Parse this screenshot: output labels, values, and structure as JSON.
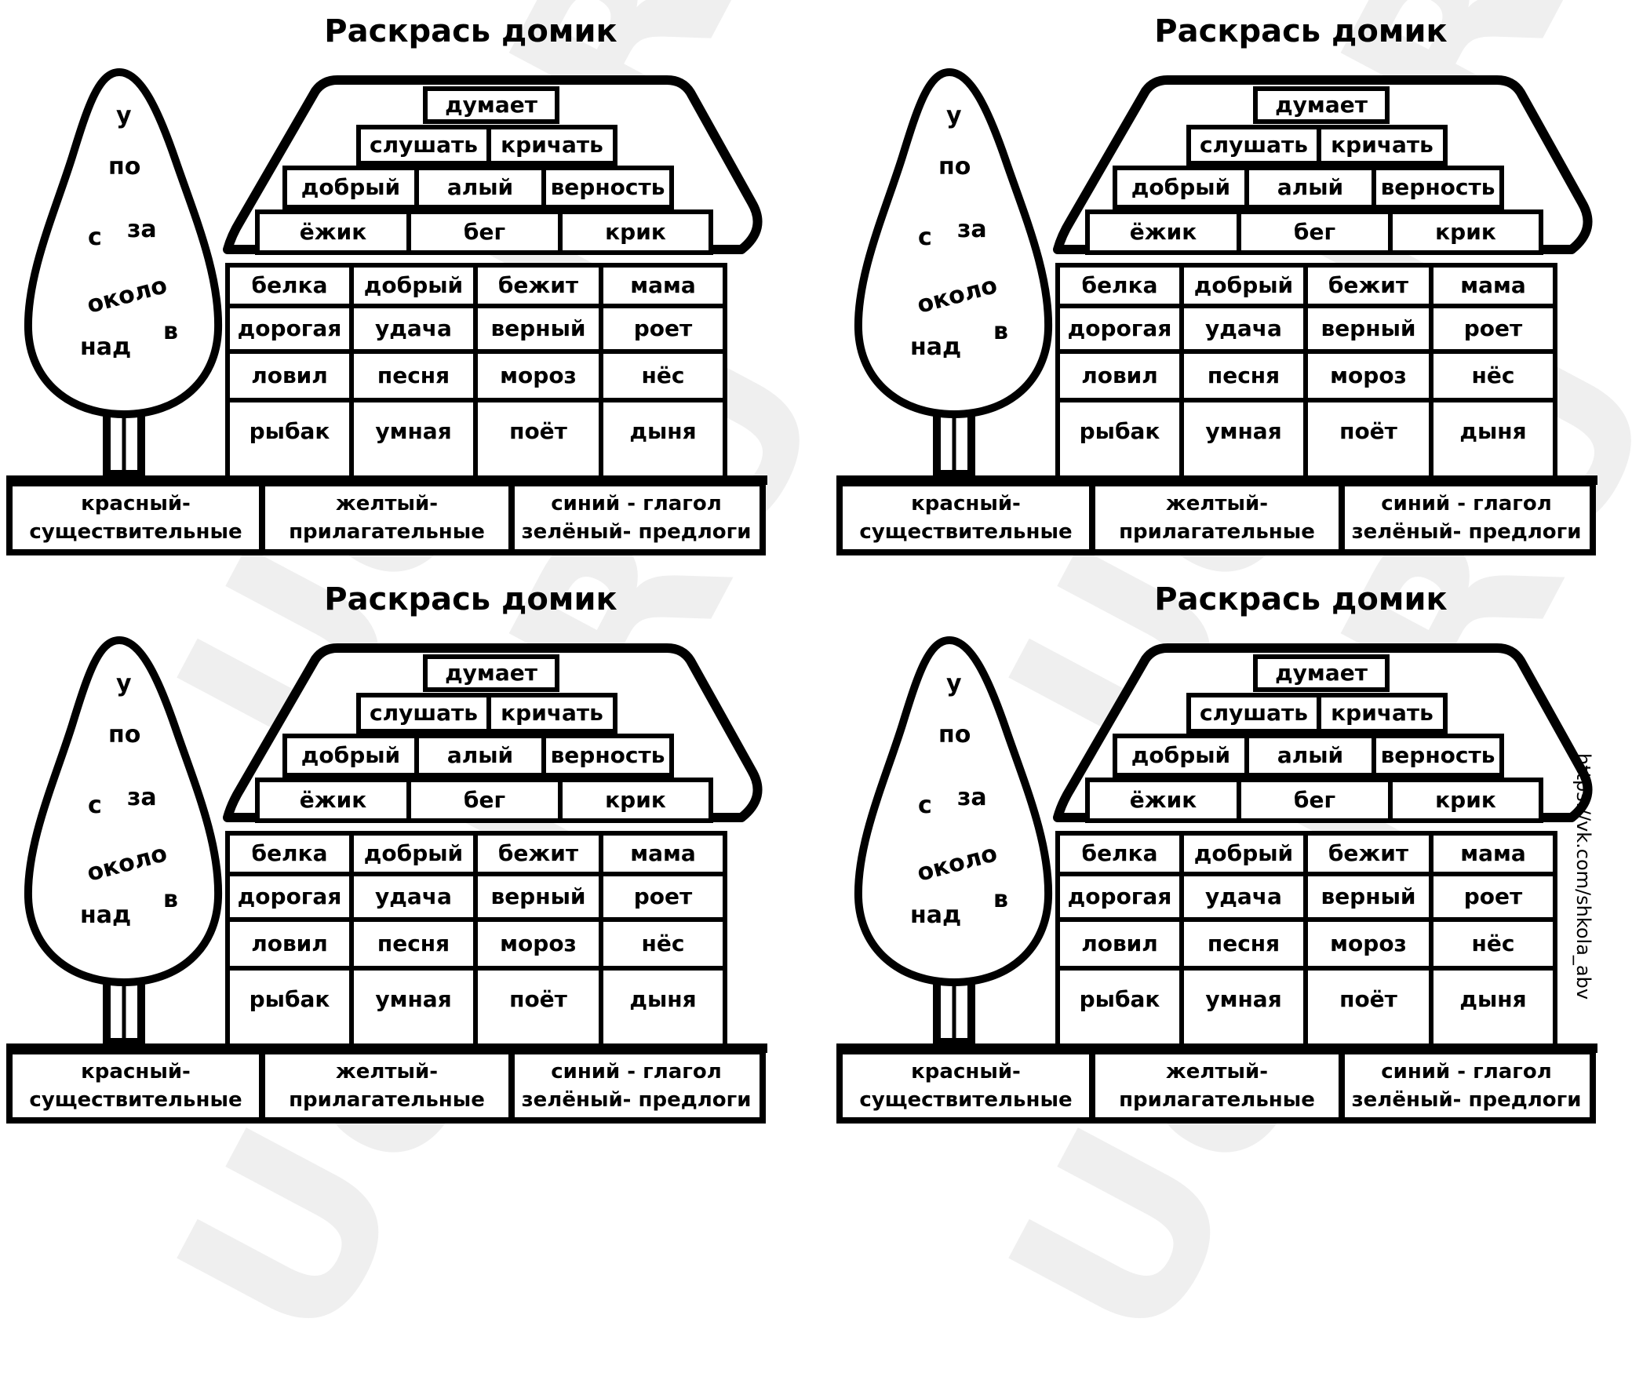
{
  "watermark": "Uchi.RU",
  "title": "Раскрась домик",
  "roof_rows": [
    [
      "думает"
    ],
    [
      "слушать",
      "кричать"
    ],
    [
      "добрый",
      "алый",
      "верность"
    ],
    [
      "ёжик",
      "бег",
      "крик"
    ]
  ],
  "grid_rows": [
    [
      "белка",
      "добрый",
      "бежит",
      "мама"
    ],
    [
      "дорогая",
      "удача",
      "верный",
      "роет"
    ],
    [
      "ловил",
      "песня",
      "мороз",
      "нёс"
    ],
    [
      "рыбак",
      "умная",
      "поёт",
      "дыня"
    ]
  ],
  "tree_words": [
    "у",
    "по",
    "с",
    "за",
    "около",
    "в",
    "над"
  ],
  "legend": [
    [
      "красный-",
      "существительные"
    ],
    [
      "желтый-",
      "прилагательные"
    ],
    [
      "синий - глагол",
      "зелёный- предлоги"
    ]
  ],
  "side_link": "https://vk.com/shkola_abv"
}
